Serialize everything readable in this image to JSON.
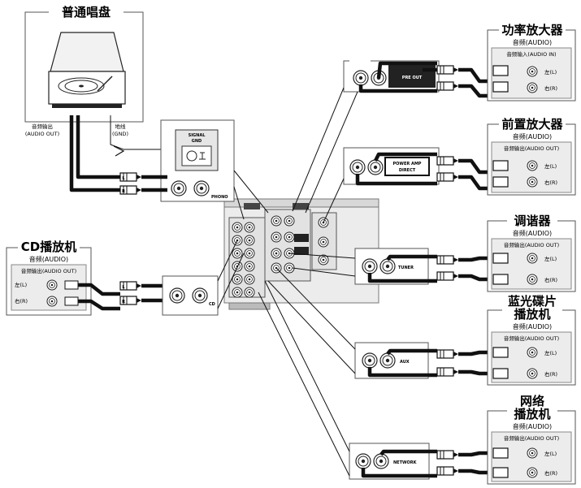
{
  "turntable": {
    "title": "普通唱盘",
    "audio_out_cn": "音频输出",
    "audio_out_en": "(AUDIO OUT)",
    "gnd_cn": "地线",
    "gnd_en": "(GND)"
  },
  "signal_gnd": {
    "line1": "SIGNAL",
    "line2": "GND"
  },
  "receiver_inputs": {
    "phono": "PHONO",
    "cd": "CD",
    "tuner": "TUNER",
    "aux": "AUX",
    "network": "NETWORK",
    "pre_out": "PRE OUT",
    "power_amp_line1": "POWER AMP",
    "power_amp_line2": "DIRECT"
  },
  "plug_labels": {
    "left": "L",
    "right": "R"
  },
  "cd_player": {
    "title": "CD播放机",
    "group": "音频(AUDIO)",
    "output": "音频输出(AUDIO OUT)",
    "left": "左(L)",
    "right": "右(R)"
  },
  "power_amp": {
    "title": "功率放大器",
    "group": "音频(AUDIO)",
    "io": "音频输入(AUDIO IN)",
    "left": "左(L)",
    "right": "右(R)"
  },
  "preamp": {
    "title": "前置放大器",
    "group": "音频(AUDIO)",
    "io": "音频输出(AUDIO OUT)",
    "left": "左(L)",
    "right": "右(R)"
  },
  "tuner_dev": {
    "title": "调谐器",
    "group": "音频(AUDIO)",
    "io": "音频输出(AUDIO OUT)",
    "left": "左(L)",
    "right": "右(R)"
  },
  "bluray": {
    "title1": "蓝光碟片",
    "title2": "播放机",
    "group": "音频(AUDIO)",
    "io": "音频输出(AUDIO OUT)",
    "left": "左(L)",
    "right": "右(R)"
  },
  "network_player": {
    "title1": "网络",
    "title2": "播放机",
    "group": "音频(AUDIO)",
    "io": "音频输出(AUDIO OUT)",
    "left": "左(L)",
    "right": "右(R)"
  }
}
